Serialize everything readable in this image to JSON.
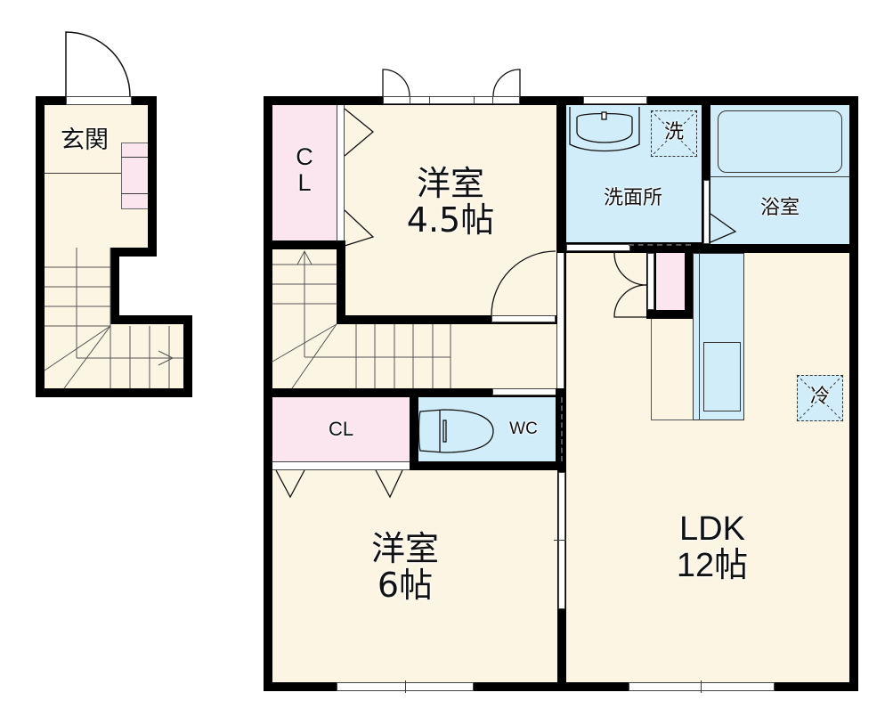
{
  "floorplan": {
    "colors": {
      "floor": "#fdf5e4",
      "closet": "#fbe5ef",
      "wet_area": "#d1edfa",
      "wall": "#000000"
    },
    "rooms": {
      "genkan": {
        "label": "玄関"
      },
      "western_small": {
        "label": "洋室\n4.5帖",
        "name": "洋室",
        "size": "4.5帖"
      },
      "closet_top": {
        "label": "C\nL"
      },
      "washroom": {
        "label": "洗面所"
      },
      "washer": {
        "label": "洗"
      },
      "bath": {
        "label": "浴室"
      },
      "closet_mid": {
        "label": "CL"
      },
      "wc": {
        "label": "WC"
      },
      "western_large": {
        "label": "洋室\n6帖",
        "name": "洋室",
        "size": "6帖"
      },
      "ldk": {
        "label": "LDK\n12帖",
        "name": "LDK",
        "size": "12帖"
      },
      "fridge": {
        "label": "冷"
      }
    }
  }
}
